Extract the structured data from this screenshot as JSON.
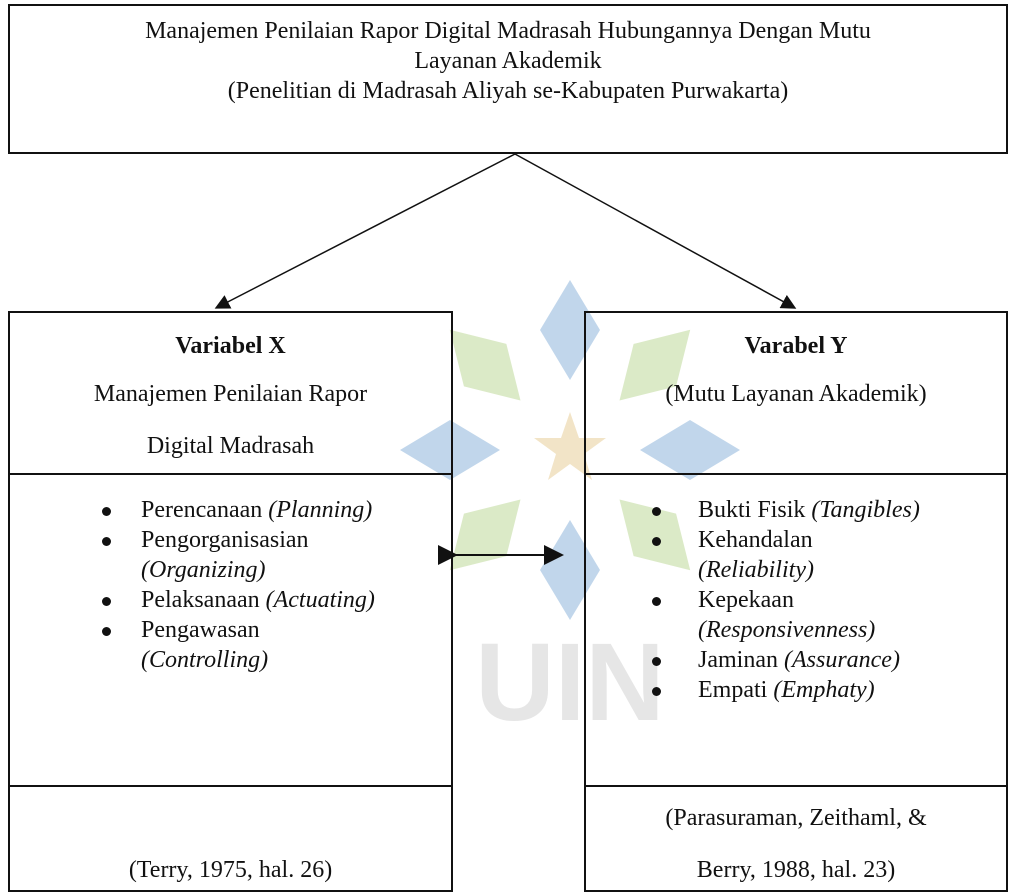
{
  "title": {
    "line1": "Manajemen Penilaian Rapor Digital Madrasah Hubungannya Dengan Mutu",
    "line2": "Layanan Akademik",
    "line3": "(Penelitian di Madrasah Aliyah se-Kabupaten Purwakarta)"
  },
  "variable_x": {
    "heading": "Variabel X",
    "subtitle_line1": "Manajemen Penilaian Rapor",
    "subtitle_line2": "Digital Madrasah",
    "items": [
      {
        "label": "Perencanaan",
        "term": "(Planning)"
      },
      {
        "label": "Pengorganisasian",
        "term": "(Organizing)"
      },
      {
        "label": "Pelaksanaan",
        "term": "(Actuating)"
      },
      {
        "label": "Pengawasan",
        "term": "(Controlling)"
      }
    ],
    "reference_line1": "(Terry,  1975, hal. 26)"
  },
  "variable_y": {
    "heading": "Varabel Y",
    "subtitle_line1": "(Mutu Layanan Akademik)",
    "items": [
      {
        "label": "Bukti Fisik",
        "term": "(Tangibles)"
      },
      {
        "label": "Kehandalan",
        "term": "(Reliability)"
      },
      {
        "label": "Kepekaan",
        "term": "(Responsivenness)"
      },
      {
        "label": "Jaminan",
        "term": "(Assurance)"
      },
      {
        "label": "Empati",
        "term": "(Emphaty)"
      }
    ],
    "reference_line1": "(Parasuraman, Zeithaml, &",
    "reference_line2": "Berry, 1988, hal. 23)"
  },
  "watermark": {
    "text": "UIN",
    "colors": {
      "blue": "#8fb5dc",
      "green": "#bfd99a",
      "star": "#e8cf9a"
    }
  },
  "colors": {
    "line": "#111111",
    "text": "#111111"
  }
}
